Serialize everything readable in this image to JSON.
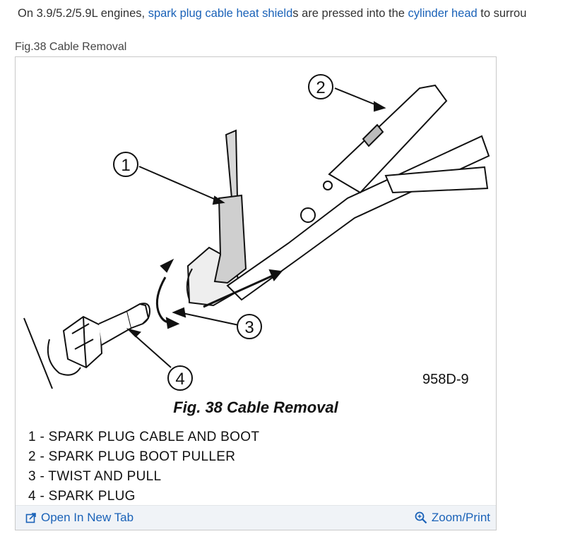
{
  "intro": {
    "text_1": "On 3.9/5.2/5.9L engines, ",
    "link_1": "spark plug cable heat shield",
    "text_2": "s are pressed into the ",
    "link_2": "cylinder head",
    "text_3": " to surrou"
  },
  "figure": {
    "caption": "Fig.38 Cable Removal",
    "callouts": [
      "1",
      "2",
      "3",
      "4"
    ],
    "code": "958D-9",
    "title": "Fig. 38 Cable Removal",
    "legend": [
      "1 - SPARK PLUG CABLE AND BOOT",
      "2 - SPARK PLUG BOOT PULLER",
      "3 - TWIST AND PULL",
      "4 - SPARK PLUG"
    ],
    "toolbar": {
      "open_label": "Open In New Tab",
      "zoom_label": "Zoom/Print",
      "open_icon": "external-link-icon",
      "zoom_icon": "zoom-icon"
    }
  },
  "colors": {
    "link": "#1a62b8",
    "toolbar_bg": "#f0f3f7",
    "text": "#333333"
  }
}
